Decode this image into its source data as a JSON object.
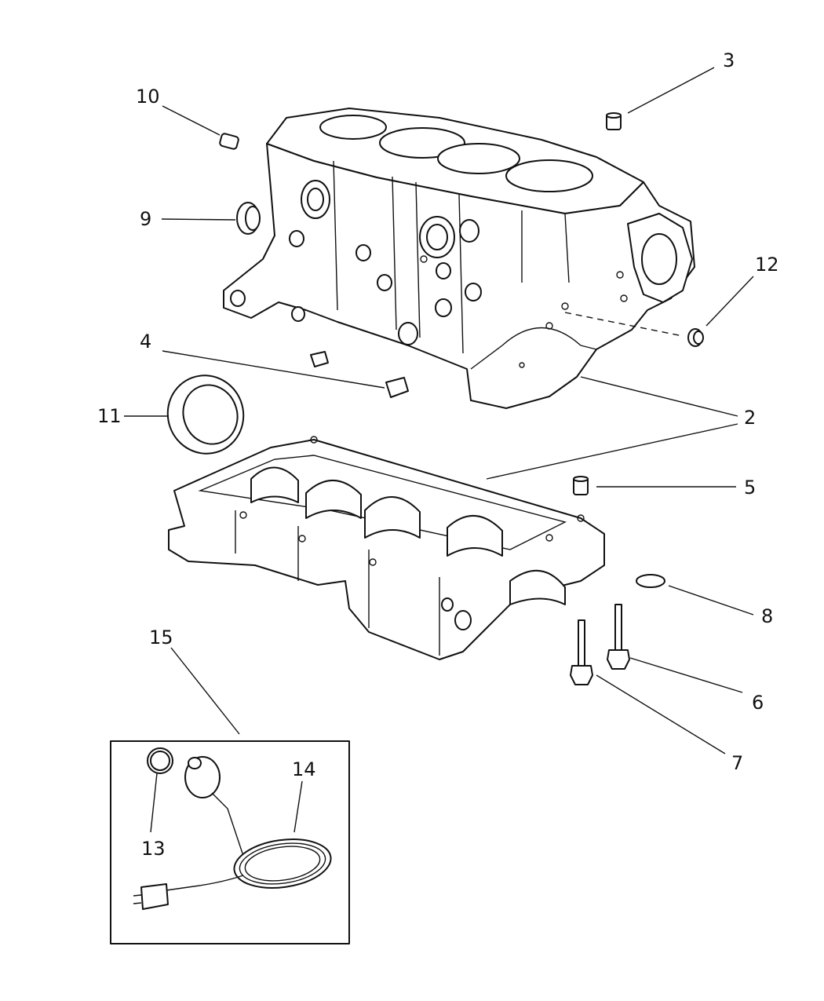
{
  "callouts": {
    "c2a": "2",
    "c2b": "2",
    "c3": "3",
    "c4": "4",
    "c5": "5",
    "c6": "6",
    "c7": "7",
    "c8": "8",
    "c9": "9",
    "c10": "10",
    "c11": "11",
    "c12": "12",
    "c13": "13",
    "c14": "14",
    "c15": "15"
  }
}
